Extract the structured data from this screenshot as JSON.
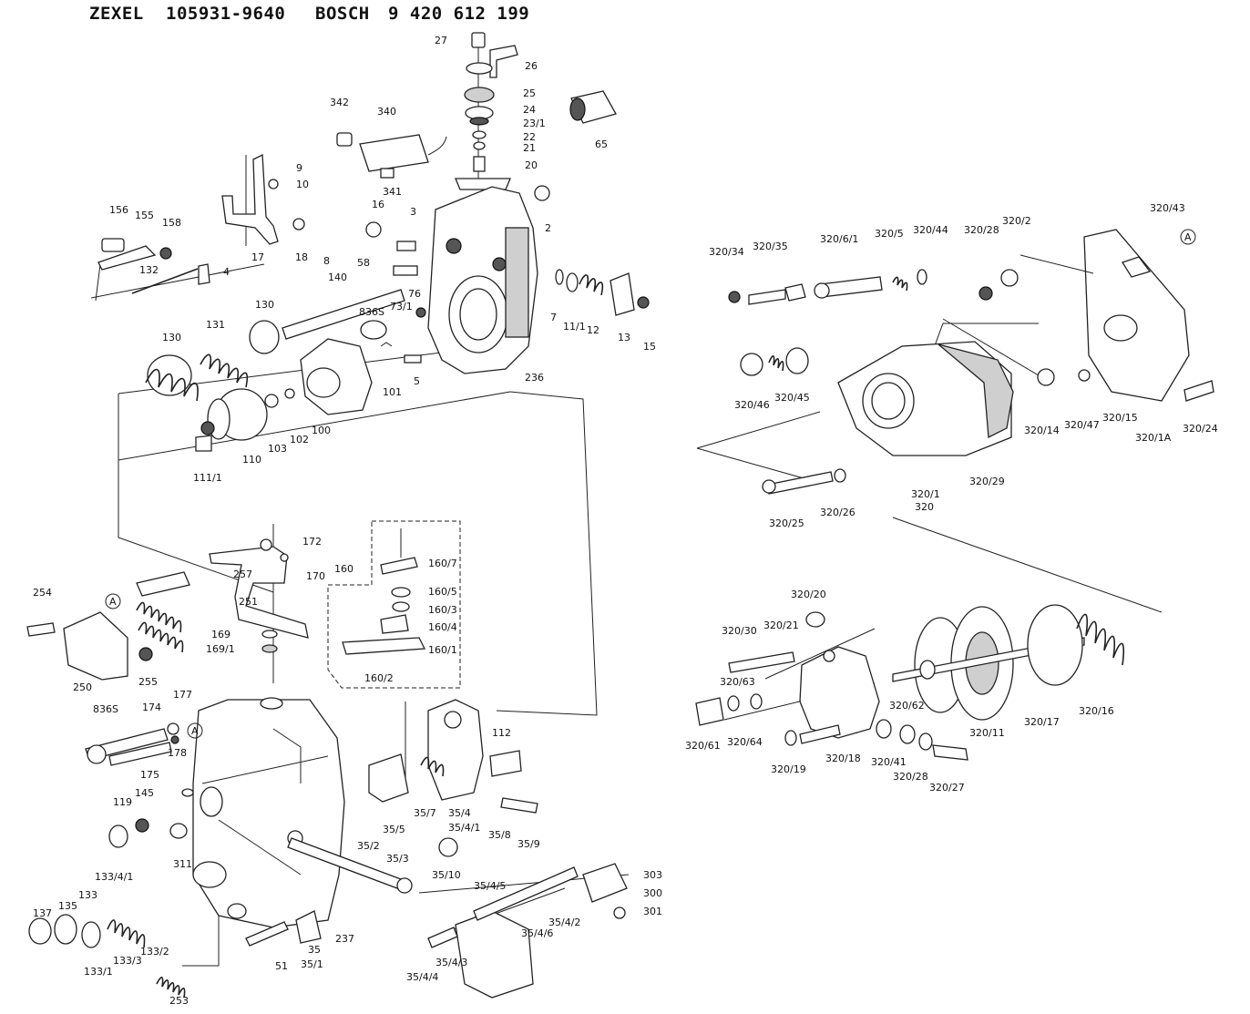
{
  "header": {
    "maker": "ZEXEL",
    "zexel_number": "105931-9640",
    "brand": "BOSCH",
    "bosch_number": "9 420 612 199"
  },
  "callouts": [
    {
      "id": "c27",
      "text": "27"
    },
    {
      "id": "c26",
      "text": "26"
    },
    {
      "id": "c25",
      "text": "25"
    },
    {
      "id": "c24",
      "text": "24"
    },
    {
      "id": "c23_1",
      "text": "23/1"
    },
    {
      "id": "c22",
      "text": "22"
    },
    {
      "id": "c21",
      "text": "21"
    },
    {
      "id": "c20",
      "text": "20"
    },
    {
      "id": "c65",
      "text": "65"
    },
    {
      "id": "c342",
      "text": "342"
    },
    {
      "id": "c340",
      "text": "340"
    },
    {
      "id": "c341",
      "text": "341"
    },
    {
      "id": "c9",
      "text": "9"
    },
    {
      "id": "c10",
      "text": "10"
    },
    {
      "id": "c16",
      "text": "16"
    },
    {
      "id": "c3",
      "text": "3"
    },
    {
      "id": "c2",
      "text": "2"
    },
    {
      "id": "c156",
      "text": "156"
    },
    {
      "id": "c155",
      "text": "155"
    },
    {
      "id": "c158",
      "text": "158"
    },
    {
      "id": "c17",
      "text": "17"
    },
    {
      "id": "c18",
      "text": "18"
    },
    {
      "id": "c8",
      "text": "8"
    },
    {
      "id": "c4",
      "text": "4"
    },
    {
      "id": "c132",
      "text": "132"
    },
    {
      "id": "c58",
      "text": "58"
    },
    {
      "id": "c140",
      "text": "140"
    },
    {
      "id": "c76",
      "text": "76"
    },
    {
      "id": "c836s_a",
      "text": "836S"
    },
    {
      "id": "c73_1",
      "text": "73/1"
    },
    {
      "id": "c130a",
      "text": "130"
    },
    {
      "id": "c131",
      "text": "131"
    },
    {
      "id": "c130b",
      "text": "130"
    },
    {
      "id": "c7",
      "text": "7"
    },
    {
      "id": "c11_1",
      "text": "11/1"
    },
    {
      "id": "c12",
      "text": "12"
    },
    {
      "id": "c13",
      "text": "13"
    },
    {
      "id": "c15",
      "text": "15"
    },
    {
      "id": "c101",
      "text": "101"
    },
    {
      "id": "c5",
      "text": "5"
    },
    {
      "id": "c236",
      "text": "236"
    },
    {
      "id": "c110",
      "text": "110"
    },
    {
      "id": "c103",
      "text": "103"
    },
    {
      "id": "c102",
      "text": "102"
    },
    {
      "id": "c100",
      "text": "100"
    },
    {
      "id": "c111_1",
      "text": "111/1"
    },
    {
      "id": "c172",
      "text": "172"
    },
    {
      "id": "c170",
      "text": "170"
    },
    {
      "id": "c160",
      "text": "160"
    },
    {
      "id": "c160_7",
      "text": "160/7"
    },
    {
      "id": "c160_5",
      "text": "160/5"
    },
    {
      "id": "c160_3",
      "text": "160/3"
    },
    {
      "id": "c160_4",
      "text": "160/4"
    },
    {
      "id": "c160_1",
      "text": "160/1"
    },
    {
      "id": "c160_2",
      "text": "160/2"
    },
    {
      "id": "c257",
      "text": "257"
    },
    {
      "id": "c251",
      "text": "251"
    },
    {
      "id": "c254",
      "text": "254"
    },
    {
      "id": "cA1",
      "text": "A"
    },
    {
      "id": "c250",
      "text": "250"
    },
    {
      "id": "c255",
      "text": "255"
    },
    {
      "id": "c169",
      "text": "169"
    },
    {
      "id": "c169_1",
      "text": "169/1"
    },
    {
      "id": "c836s_b",
      "text": "836S"
    },
    {
      "id": "c174",
      "text": "174"
    },
    {
      "id": "c177",
      "text": "177"
    },
    {
      "id": "cA2",
      "text": "A"
    },
    {
      "id": "c175",
      "text": "175"
    },
    {
      "id": "c178",
      "text": "178"
    },
    {
      "id": "c112",
      "text": "112"
    },
    {
      "id": "c119",
      "text": "119"
    },
    {
      "id": "c145",
      "text": "145"
    },
    {
      "id": "c311",
      "text": "311"
    },
    {
      "id": "c35_5",
      "text": "35/5"
    },
    {
      "id": "c35_7",
      "text": "35/7"
    },
    {
      "id": "c35_4",
      "text": "35/4"
    },
    {
      "id": "c35_4_1",
      "text": "35/4/1"
    },
    {
      "id": "c35_8",
      "text": "35/8"
    },
    {
      "id": "c35_9",
      "text": "35/9"
    },
    {
      "id": "c35_2",
      "text": "35/2"
    },
    {
      "id": "c35_3",
      "text": "35/3"
    },
    {
      "id": "c35_10",
      "text": "35/10"
    },
    {
      "id": "c133_4_1",
      "text": "133/4/1"
    },
    {
      "id": "c133",
      "text": "133"
    },
    {
      "id": "c137",
      "text": "137"
    },
    {
      "id": "c135",
      "text": "135"
    },
    {
      "id": "c133_1",
      "text": "133/1"
    },
    {
      "id": "c133_3",
      "text": "133/3"
    },
    {
      "id": "c133_2",
      "text": "133/2"
    },
    {
      "id": "c253",
      "text": "253"
    },
    {
      "id": "c51",
      "text": "51"
    },
    {
      "id": "c35",
      "text": "35"
    },
    {
      "id": "c35_1",
      "text": "35/1"
    },
    {
      "id": "c237",
      "text": "237"
    },
    {
      "id": "c35_4_5",
      "text": "35/4/5"
    },
    {
      "id": "c35_4_6",
      "text": "35/4/6"
    },
    {
      "id": "c35_4_2",
      "text": "35/4/2"
    },
    {
      "id": "c35_4_3",
      "text": "35/4/3"
    },
    {
      "id": "c35_4_4",
      "text": "35/4/4"
    },
    {
      "id": "c303",
      "text": "303"
    },
    {
      "id": "c300",
      "text": "300"
    },
    {
      "id": "c301",
      "text": "301"
    },
    {
      "id": "c320_43",
      "text": "320/43"
    },
    {
      "id": "cA3",
      "text": "A"
    },
    {
      "id": "c320_34",
      "text": "320/34"
    },
    {
      "id": "c320_35",
      "text": "320/35"
    },
    {
      "id": "c320_6_1",
      "text": "320/6/1"
    },
    {
      "id": "c320_5",
      "text": "320/5"
    },
    {
      "id": "c320_44",
      "text": "320/44"
    },
    {
      "id": "c320_28a",
      "text": "320/28"
    },
    {
      "id": "c320_2",
      "text": "320/2"
    },
    {
      "id": "c320_46",
      "text": "320/46"
    },
    {
      "id": "c320_45",
      "text": "320/45"
    },
    {
      "id": "c320_14",
      "text": "320/14"
    },
    {
      "id": "c320_47",
      "text": "320/47"
    },
    {
      "id": "c320_15",
      "text": "320/15"
    },
    {
      "id": "c320_24",
      "text": "320/24"
    },
    {
      "id": "c320_1A",
      "text": "320/1A"
    },
    {
      "id": "c320_1",
      "text": "320/1"
    },
    {
      "id": "c320",
      "text": "320"
    },
    {
      "id": "c320_29",
      "text": "320/29"
    },
    {
      "id": "c320_25",
      "text": "320/25"
    },
    {
      "id": "c320_26",
      "text": "320/26"
    },
    {
      "id": "c320_20",
      "text": "320/20"
    },
    {
      "id": "c320_30",
      "text": "320/30"
    },
    {
      "id": "c320_21",
      "text": "320/21"
    },
    {
      "id": "c320_63",
      "text": "320/63"
    },
    {
      "id": "c320_64",
      "text": "320/64"
    },
    {
      "id": "c320_61",
      "text": "320/61"
    },
    {
      "id": "c320_19",
      "text": "320/19"
    },
    {
      "id": "c320_18",
      "text": "320/18"
    },
    {
      "id": "c320_62",
      "text": "320/62"
    },
    {
      "id": "c320_11",
      "text": "320/11"
    },
    {
      "id": "c320_17",
      "text": "320/17"
    },
    {
      "id": "c320_16",
      "text": "320/16"
    },
    {
      "id": "c320_41",
      "text": "320/41"
    },
    {
      "id": "c320_28b",
      "text": "320/28"
    },
    {
      "id": "c320_27",
      "text": "320/27"
    }
  ]
}
